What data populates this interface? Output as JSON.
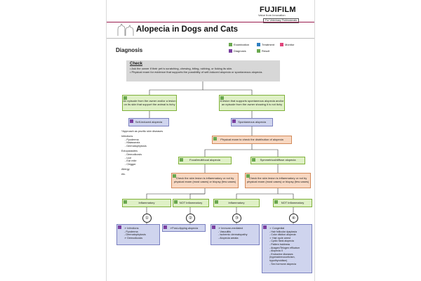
{
  "brand": {
    "name": "FUJIFILM",
    "tagline": "Value from Innovation",
    "audience": "For Veterinary Professionals"
  },
  "title": "Alopecia in Dogs and Cats",
  "section": "Diagnosis",
  "legend": [
    {
      "label": "Examination",
      "color": "#6aa84f"
    },
    {
      "label": "Treatment",
      "color": "#2f7fc1"
    },
    {
      "label": "Monitor",
      "color": "#e0457b"
    },
    {
      "label": "Diagnosis",
      "color": "#7a3fa0"
    },
    {
      "label": "Result",
      "color": "#6aa84f"
    }
  ],
  "check": {
    "heading": "Check",
    "lines": [
      "• Ask the owner if their pet is scratching, chewing, biting, rubbing, or licking its skin.",
      "• Physical exam for evidence that supports the possibility of self-induced alopecia or spontaneous alopecia."
    ]
  },
  "left_branch": {
    "text": "An episode from the owner and/or a lesion on its skin that support the animal is itchy",
    "result": "Self-induced alopecia"
  },
  "right_branch": {
    "text": "A lesion that supports spontaneous alopecia and/or an episode from the owner showing it is not itchy",
    "result": "Spontaneous alopecia"
  },
  "side_notes": {
    "heading": "*Approach as pruritic skin diseases",
    "groups": [
      {
        "title": "Infections",
        "items": [
          "- Pyoderma",
          "- Malassezia",
          "- Dermatophytosis"
        ]
      },
      {
        "title": "Ectoparasites",
        "items": [
          "- Demodicosis",
          "- Lice",
          "- Ear mite",
          "- Chigger"
        ]
      },
      {
        "title": "Allergy",
        "items": []
      }
    ],
    "etc": "etc."
  },
  "exam_distribution": "Physical exam to check the distribution of alopecia",
  "focal": "Focal/multifocal alopecia",
  "symmetrical": "Symmetrical/diffuse alopecia",
  "inflam_check_left": "Check the skin lesion is inflammatory or not by physical exam (most cases) or biopsy (few cases)",
  "inflam_check_right": "Check the skin lesion is inflammatory or not by physical exam (most cases) or biopsy (few cases)",
  "outcomes": [
    {
      "label": "Inflammatory",
      "num": "①"
    },
    {
      "label": "NOT Inflammatory",
      "num": "②"
    },
    {
      "label": "Inflammatory",
      "num": "③"
    },
    {
      "label": "NOT Inflammatory",
      "num": "④"
    }
  ],
  "dx1": [
    "➢ Infections",
    "  - Pyoderma",
    "  - Dermatophytosis",
    "➢ Demodicosis"
  ],
  "dx2": [
    "➢Post-clipping alopecia"
  ],
  "dx3": [
    "➢ Immune-mediated",
    "  - Vasculitis",
    "  - Ischemic dermatopathy",
    "  - Alopecia areata"
  ],
  "dx4": [
    "➢ Congenital",
    "  - Hair follicular dysplasia",
    "  - Color dilution alopecia",
    "➢ Hair cycle arrest",
    "  - Cyclic flank alopecia",
    "  - Pattern baldness",
    "  - Anagen/Telogen effluvium",
    "  - Alopecia X",
    "  - Endocrine diseases",
    "    (hyperadrenocorticism,",
    "    hypothyroidism)",
    "  - Sex hormone alopecia"
  ]
}
